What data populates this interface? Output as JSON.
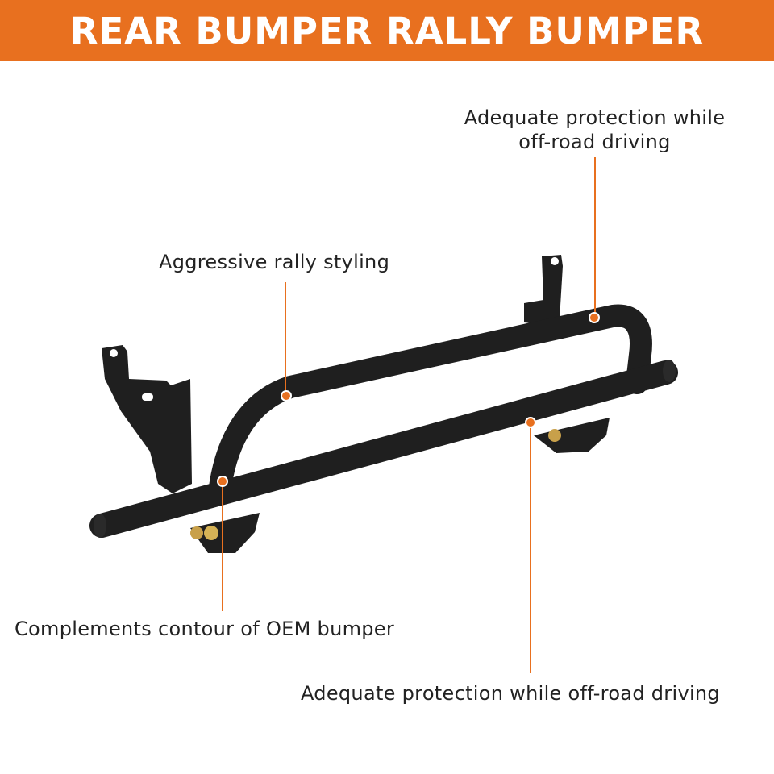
{
  "banner": {
    "title": "REAR BUMPER RALLY BUMPER"
  },
  "callouts": {
    "top_right": {
      "line1": "Adequate protection while",
      "line2": "off-road driving"
    },
    "middle_left": {
      "label": "Aggressive rally styling"
    },
    "bottom_left": {
      "label": "Complements contour of OEM bumper"
    },
    "bottom_right": {
      "label": "Adequate protection while off-road driving"
    }
  },
  "colors": {
    "accent": "#e8701f",
    "bumper": "#1f1f1f",
    "text": "#222222",
    "background": "#ffffff"
  }
}
